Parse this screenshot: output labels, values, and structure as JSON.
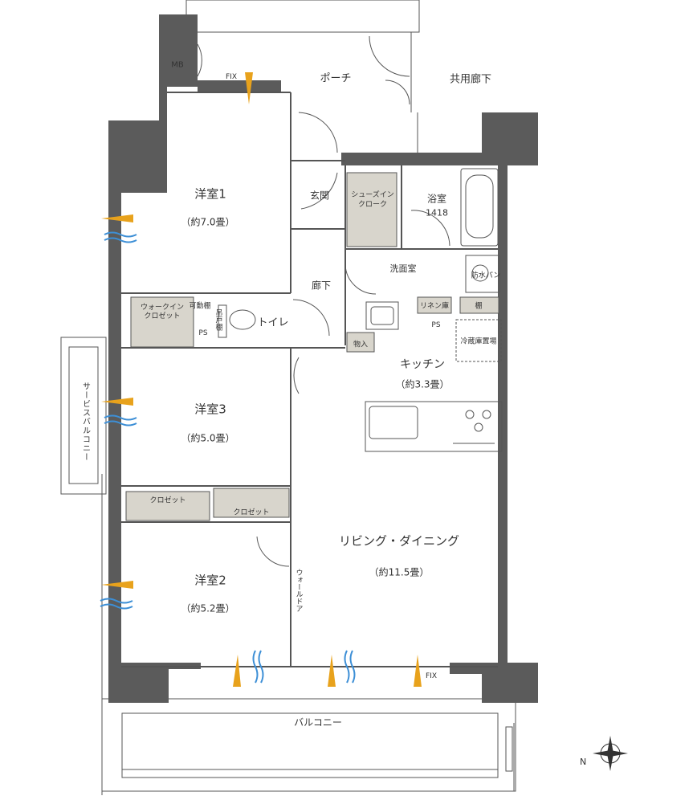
{
  "rooms": {
    "room1": {
      "name": "洋室1",
      "size": "（約7.0畳）"
    },
    "room2": {
      "name": "洋室2",
      "size": "（約5.2畳）"
    },
    "room3": {
      "name": "洋室3",
      "size": "（約5.0畳）"
    },
    "ldk": {
      "name": "リビング・ダイニング",
      "size": "（約11.5畳）"
    },
    "kitchen": {
      "name": "キッチン",
      "size": "（約3.3畳）"
    },
    "bath": {
      "name": "浴室",
      "size": "1418"
    }
  },
  "labels": {
    "porch": "ポーチ",
    "common_corridor": "共用廊下",
    "entrance": "玄関",
    "corridor": "廊下",
    "toilet": "トイレ",
    "washroom": "洗面室",
    "shoes_in_closet": "シューズイン\nクローク",
    "walk_in_closet": "ウォークイン\nクロゼット",
    "movable_shelf": "可動棚",
    "ps_1": "PS",
    "ps_2": "PS",
    "storage": "物入",
    "fridge": "冷蔵庫置場",
    "waterproof_pan": "防水パン",
    "linen": "リネン庫",
    "shelf": "棚",
    "closet_1": "クロゼット",
    "closet_2": "クロゼット",
    "service_balcony": "サービスバルコニー",
    "balcony": "バルコニー",
    "wall_door": "ウォールドア",
    "mb": "MB",
    "fix_1": "FIX",
    "fix_2": "FIX",
    "toilet_shelf": "吊戸棚"
  },
  "colors": {
    "wall": "#5b5b5b",
    "storage_fill": "#d8d5cc",
    "line": "#555555",
    "wind_arrow": "#e8a21c",
    "wind_wave": "#3d8fd6",
    "linen_fill": "#d8d5cc"
  },
  "icons": {
    "compass": "north-compass-icon",
    "wind": "wind-arrow-icon",
    "breeze": "breeze-wave-icon"
  }
}
